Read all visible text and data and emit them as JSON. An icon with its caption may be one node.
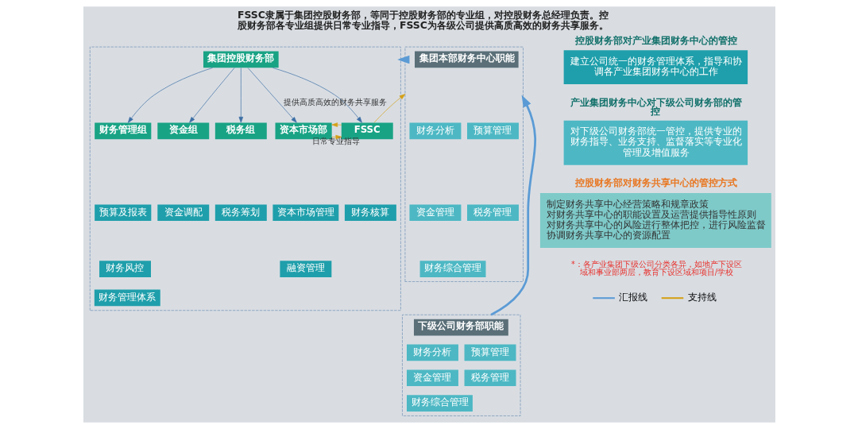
{
  "diagram": {
    "title": "FSSC隶属于集团控股财务部，等同于控股财务部的专业组，对控股财务总经理负责。控股财务部各专业组提供日常专业指导，FSSC为各级公司提供高质高效的财务共享服务。",
    "nodes": [
      {
        "text": [],
        "shape": "box"
      },
      {
        "text": [
          "集团控股财务部"
        ],
        "in": 0
      },
      {
        "text": [
          "财务管理组"
        ],
        "in": 0
      },
      {
        "text": [
          "资金组"
        ],
        "in": 0
      },
      {
        "text": [
          "税务组"
        ],
        "in": 0
      },
      {
        "text": [
          "资本市场部"
        ],
        "in": 0
      },
      {
        "text": [
          "FSSC"
        ],
        "in": 0
      },
      {
        "text": [
          "预算及报表"
        ],
        "in": 0
      },
      {
        "text": [
          "财务风控"
        ],
        "in": 0
      },
      {
        "text": [
          "财务管理体系"
        ],
        "in": 0
      },
      {
        "text": [
          "资金调配"
        ],
        "in": 0
      },
      {
        "text": [
          "税务筹划"
        ],
        "in": 0
      },
      {
        "text": [
          "资本市场管理"
        ],
        "in": 0
      },
      {
        "text": [
          "融资管理"
        ],
        "in": 0
      },
      {
        "text": [
          "财务核算"
        ],
        "in": 0
      },
      {
        "text": [],
        "shape": "box"
      },
      {
        "text": [
          "集团本部财务中心职能"
        ],
        "in": 15
      },
      {
        "text": [
          "财务分析"
        ],
        "in": 15
      },
      {
        "text": [
          "预算管理"
        ],
        "in": 15
      },
      {
        "text": [
          "资金管理"
        ],
        "in": 15
      },
      {
        "text": [
          "税务管理"
        ],
        "in": 15
      },
      {
        "text": [
          "财务综合管理"
        ],
        "in": 15
      },
      {
        "text": [],
        "shape": "box"
      },
      {
        "text": [
          "下级公司财务部职能"
        ],
        "in": 22
      },
      {
        "text": [
          "财务分析"
        ],
        "in": 22
      },
      {
        "text": [
          "预算管理"
        ],
        "in": 22
      },
      {
        "text": [
          "资金管理"
        ],
        "in": 22
      },
      {
        "text": [
          "税务管理"
        ],
        "in": 22
      },
      {
        "text": [
          "财务综合管理"
        ],
        "in": 22
      },
      {
        "text": [
          "控股财务部对产业集团财务中心的管控",
          "建立公司统一的财务管理体系，指导和协调各产业集团财务中心的工作"
        ]
      },
      {
        "text": [
          "产业集团财务中心对下级公司财务部的管控",
          "对下级公司财务部统一管控，提供专业的财务指导、业务支持、监督落实等专业化管理及增值服务"
        ]
      },
      {
        "text": [
          "控股财务部对财务共享中心的管控方式",
          "制定财务共享中心经营策略和规章政策",
          "对财务共享中心的职能设置及运营提供指导性原则",
          "对财务共享中心的风险进行整体把控，进行风险监督",
          "协调财务共享中心的资源配置"
        ]
      }
    ],
    "edges": [
      {
        "from": 1,
        "to": 2,
        "arrow": "to"
      },
      {
        "from": 1,
        "to": 3,
        "arrow": "to"
      },
      {
        "from": 1,
        "to": 4,
        "arrow": "to"
      },
      {
        "from": 1,
        "to": 5,
        "arrow": "to"
      },
      {
        "from": 1,
        "to": 6,
        "arrow": "to"
      },
      {
        "from": 5,
        "to": 6,
        "arrow": "to",
        "label": "日常专业指导",
        "color": "#d4a017"
      },
      {
        "from": 6,
        "to": 5,
        "arrow": "to",
        "color": "#d4a017"
      },
      {
        "from": 6,
        "to": 15,
        "arrow": "to",
        "label": "提供高质高效的财务共享服务",
        "color": "#d4a017"
      },
      {
        "from": 15,
        "to": 0,
        "arrow": "to",
        "style": "thick",
        "color": "#5b9bd5"
      },
      {
        "from": 22,
        "to": 15,
        "arrow": "to",
        "style": "thick",
        "color": "#5b9bd5"
      }
    ],
    "labels": [
      "*：各产业集团下级公司分类各异，如地产下设区域和事业部两层，教育下设区域和项目/学校"
    ],
    "legend": [
      {
        "text": "汇报线"
      },
      {
        "text": "支持线"
      }
    ]
  }
}
